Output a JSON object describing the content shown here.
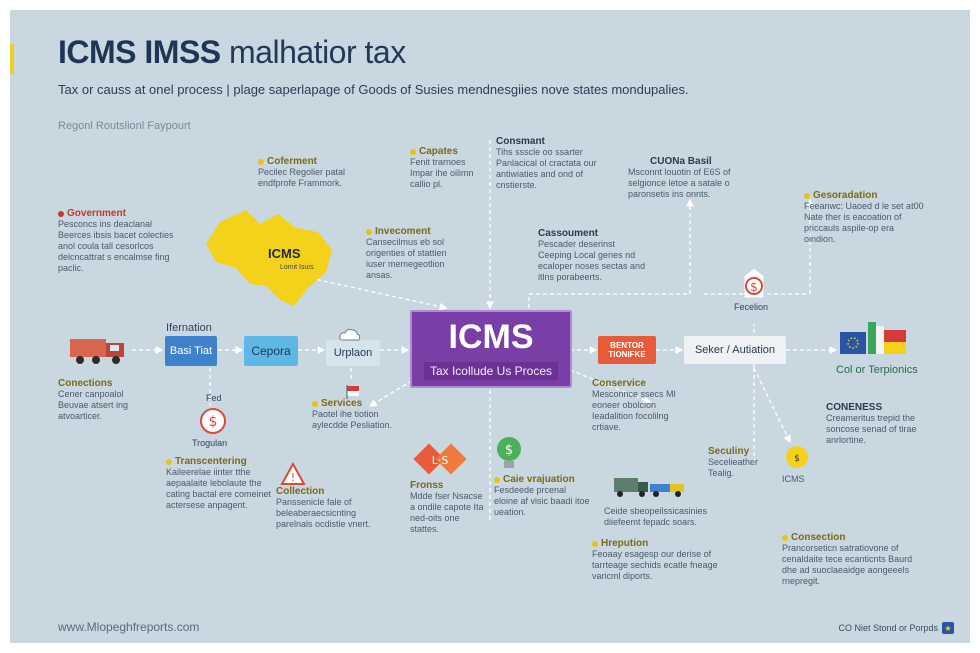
{
  "header": {
    "title_a": "ICMS IMSS",
    "title_b": " malhatior tax",
    "subtitle": "Tax or causs at onel process | plage saperlapage of Goods of Susies mendnesgiies nove states mondupalies.",
    "small_label": "Regonl Routslionl Faypourt"
  },
  "center": {
    "title": "ICMS",
    "subtitle": "Tax Icollude Us Proces"
  },
  "map": {
    "label": "ICMS",
    "sub": "Lomit Isuis"
  },
  "flow": {
    "label_top": "Ifernation",
    "basi": "Basi Tiat",
    "cepora": "Cepora",
    "urplaon": "Urplaon",
    "taxes": "BENTOR TIONIFKE",
    "seker": "Seker / Autiation",
    "fed_label": "Fed",
    "trogulan": "Trogulan",
    "fecelion": "Fecelion",
    "countries": "Col or Terpionics"
  },
  "annotations": {
    "government": {
      "head": "Government",
      "body": "Pesconcs ins deaclanal Beerces ibsis bacet colecties anol coula tall cesorlcos delcncattrat s encalmse fing paclic."
    },
    "coferment": {
      "head": "Coferment",
      "body": "Pecilec Regolier patal endfprofe Frammork."
    },
    "capates": {
      "head": "Capates",
      "body": "Fenit trarnoes Impar ihe oilimn callio pl."
    },
    "consmant": {
      "head": "Consmant",
      "body": "Tihs ssscle oo ssarter Panlacical ol cractata our antiwiaties and ond of cnstierste."
    },
    "investment": {
      "head": "Invecoment",
      "body": "Cansecilmus eb sol origenties of stattien iuser memegeotlion ansas."
    },
    "cassoument": {
      "head": "Cassoument",
      "body": "Pescader deserinst Ceeping Local genes nd ecaloper noses sectas and itlns porabeerts."
    },
    "cuona": {
      "head": "CUONa Basil",
      "body": "Msconnt louotin of E6S of selgionce letoe a satale o paronsetis ins onnts."
    },
    "gesoration": {
      "head": "Gesoradation",
      "body": "Feeanwc: Uaoed d le set at00 Nate ther is eacoation of priccauls aspile-op era oindion."
    },
    "conections": {
      "head": "Conections",
      "body": "Cener canpoalol Beuvae atsert ing atvoarticer."
    },
    "services": {
      "head": "Services",
      "body": "Paotel ihe tiotion aylecdde Pesliation."
    },
    "conservice": {
      "head": "Conservice",
      "body": "Mesconnce ssecs Ml eoneer obolcion Ieadalition focolilng crtiave."
    },
    "conness": {
      "head": "CONENESS",
      "body": "Creameritus trepid the soncose senad of tirae anrlortine."
    },
    "transcentering": {
      "head": "Transcentering",
      "body": "Kaileerelae iinter tthe aepaalaite lebolaute the cating bactal ere comeinet actersese anpagent."
    },
    "collection": {
      "head": "Collection",
      "body": "Panssenicle fale of beleaberaecsicnting parelnals ocdistie vnert."
    },
    "process": {
      "head": "Fronss",
      "body": "Mdde fser Nsacse a ondile capote Ita ned-oits one stattes."
    },
    "valuation": {
      "head": "Caie vrajuation",
      "body": "Fesdeede prcenal eloine af visic baadi itoe ueation."
    },
    "security": {
      "head": "Seculiny",
      "body": "Secelieather Tealig."
    },
    "icms_tag": {
      "head": "ICMS"
    },
    "hrepution": {
      "head": "Hrepution",
      "body": "Feoaay esagesp our derise of tarrteage sechids ecatle fneage varicml diports."
    },
    "truck_note": {
      "body": "Ceide sbeopeilssicasinies diiefeemt fepadc soars."
    },
    "consection": {
      "head": "Consection",
      "body": "Prancorseticn satratiovone of cenaldaite tece ecanticnts Baurd dhe ad suoclaeaidge aongeeels rnepregit."
    }
  },
  "footer": {
    "left": "www.Mlopeghfreports.com",
    "right": "CO Niet Stond or Porpds"
  },
  "colors": {
    "background": "#c9d7e1",
    "center": "#7a3fa6",
    "yellow": "#f4d21c",
    "blue": "#3e82cc"
  },
  "icons": [
    "truck-icon",
    "dollar-icon",
    "warning-icon",
    "cloud-icon",
    "money-tag-icon",
    "dollar-bulb-icon",
    "trucks-icon",
    "flags-icon",
    "coin-icon"
  ]
}
